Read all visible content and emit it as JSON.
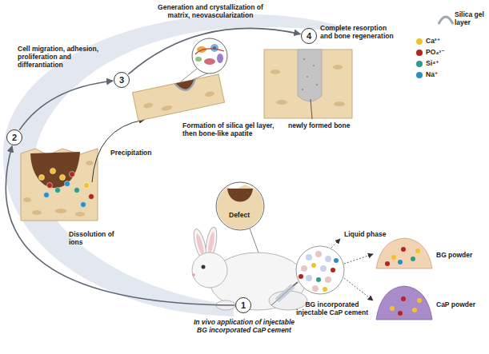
{
  "diagram": {
    "nodes": [
      {
        "text": [
          "1"
        ]
      },
      {
        "text": [
          "2"
        ]
      },
      {
        "text": [
          "3"
        ]
      },
      {
        "text": [
          "4"
        ]
      }
    ],
    "edges": [
      {
        "from": 0,
        "to": 1,
        "arrow": "to"
      },
      {
        "from": 1,
        "to": 2,
        "arrow": "to"
      },
      {
        "from": 2,
        "to": 3,
        "arrow": "to"
      }
    ],
    "labels": [
      "Generation and crystallization of matrix, neovascularization",
      "Cell migration, adhesion, proliferation and differantiation",
      "Complete resorption and bone regeneration",
      "Formation of silica gel layer, then bone-like apatite",
      "Precipitation",
      "Dissolution of ions",
      "newly formed bone",
      "Defect",
      "In vivo application of injectable BG incorporated CaP cement",
      "Liquid phase",
      "BG incorporated injectable CaP cement",
      "BG powder",
      "CaP powder"
    ],
    "legend": [
      {
        "text": "Ca²⁺",
        "color": "#f2c12e"
      },
      {
        "text": "PO₄³⁻",
        "color": "#b3261e"
      },
      {
        "text": "Si⁴⁺",
        "color": "#2e9c8c"
      },
      {
        "text": "Na⁺",
        "color": "#2a8fc4"
      },
      {
        "text": "Silica gel layer"
      }
    ]
  }
}
